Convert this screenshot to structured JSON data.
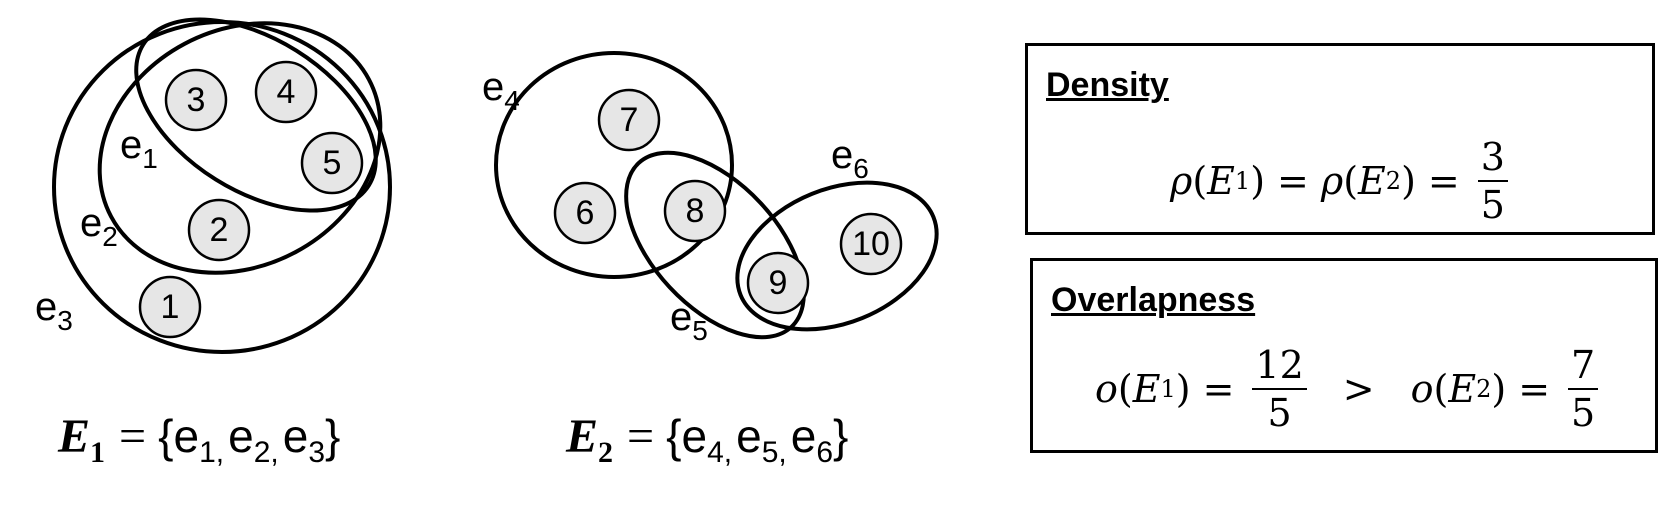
{
  "hypergraph_1": {
    "nodes": [
      "1",
      "2",
      "3",
      "4",
      "5"
    ],
    "edges": [
      "e",
      "e",
      "e"
    ],
    "edge_subs": [
      "1",
      "2",
      "3"
    ],
    "set_name": "E",
    "set_sub": "1",
    "set_eq": "=",
    "set_open": "{",
    "set_close": "}",
    "set_members": [
      "e",
      "e",
      "e"
    ],
    "set_member_subs": [
      "1,",
      "2,",
      "3"
    ]
  },
  "hypergraph_2": {
    "nodes": [
      "6",
      "7",
      "8",
      "9",
      "10"
    ],
    "edges": [
      "e",
      "e",
      "e"
    ],
    "edge_subs": [
      "4",
      "5",
      "6"
    ],
    "set_name": "E",
    "set_sub": "2",
    "set_eq": "=",
    "set_open": "{",
    "set_close": "}",
    "set_members": [
      "e",
      "e",
      "e"
    ],
    "set_member_subs": [
      "4,",
      "5,",
      "6"
    ]
  },
  "density_box": {
    "title": "Density",
    "rho": "ρ",
    "E": "E",
    "sub1": "1",
    "sub2": "2",
    "eq": "=",
    "lparen": "(",
    "rparen": ")",
    "value_num": "3",
    "value_den": "5"
  },
  "overlapness_box": {
    "title": "Overlapness",
    "o": "o",
    "E": "E",
    "sub1": "1",
    "sub2": "2",
    "eq": "=",
    "lparen": "(",
    "rparen": ")",
    "value1_num": "12",
    "value1_den": "5",
    "compare": ">",
    "value2_num": "7",
    "value2_den": "5"
  }
}
